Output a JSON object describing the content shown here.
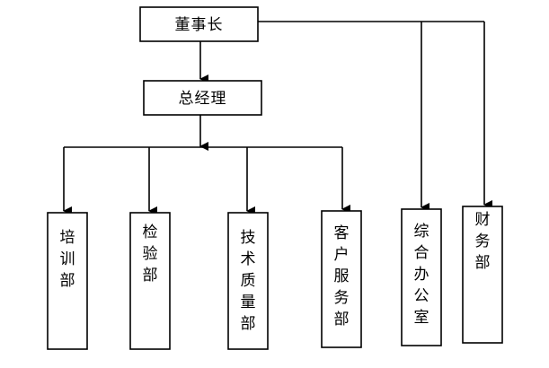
{
  "org_chart": {
    "chairman": "董事长",
    "general_manager": "总经理",
    "departments": {
      "training": "培训部",
      "inspection": "检验部",
      "technical_quality": "技术质量部",
      "customer_service": "客户服务部",
      "general_office": "综合办公室",
      "finance": "财务部"
    }
  }
}
